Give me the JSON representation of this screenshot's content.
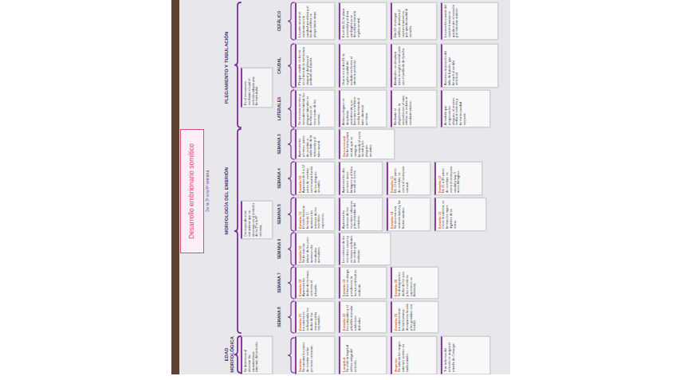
{
  "diagram": {
    "title": "Desarrollo embrionario somítico",
    "nodes": [
      {
        "text": [
          "Es el mecanismo mediante el cual el embrión adopta una forma tubular."
        ]
      },
      {
        "text": [
          "La parte neural se continúa con la cavidad amniótica y el borde cefálico se pliega hacia abajo."
        ]
      },
      {
        "text": [
          "En el día 21 la placa precordal y el área cardiogénica se desplazan hacia la región ventral."
        ]
      },
      {
        "text": [
          "Día 22: el pliegue cefálico desplaza el septum transverso, que queda caudal al corazón."
        ]
      },
      {
        "text": [
          "La posición craneal del septum transverso queda entre el corazón y el intestino anterior."
        ]
      },
      {
        "text": [
          "Pliegue caudal: se forma en el área de la membrana cloacal y desplaza el pedículo de fijación."
        ]
      },
      {
        "text": [
          "Ocurre en el día 23; la región caudal del endodermo forma el intestino posterior."
        ]
      },
      {
        "text": [
          "Alantoides: se desplaza hacia la región ventral junto con el pedículo de fijación."
        ]
      },
      {
        "text": [
          "Así como la posición del tallo de fijación, que formará el cordón umbilical."
        ]
      },
      {
        "text": [
          "Se mezclan somitos y mesodermo lateral; los pliegues laterales se forman por el crecimiento de los somitas."
        ]
      },
      {
        "text": [
          "Ambos pliegues se desplazan ventralmente y se fusionan en la línea media, formando el tubo intestinal primitivo."
        ]
      },
      {
        "text": [
          "Mediante el plegamiento, la conexión con el saco vitelino se reduce al conducto vitelino."
        ]
      },
      {
        "text": [
          "A medida que progresan los pliegues, el amnios rodea al embrión y forma la cavidad corporal."
        ]
      },
      {
        "text": [
          "Aparecen los primeros pares de somitas a cada lado de la notocorda y el tubo neural."
        ]
      },
      {
        "text": [
          "Surco neural",
          "Se forma la placa neural, que se invagina formando el surco neural y los pliegues neurales."
        ]
      },
      {
        "text": [
          "Estadio 10",
          "Aparecen de 4 a 12 pares de somitas; comienza la fusión de los pliegues neurales."
        ]
      },
      {
        "text": [
          "Aparecen los dos primeros arcos faríngeos y el tubo neural se cierra."
        ]
      },
      {
        "text": [
          "Estadio 11",
          "De 13 a 20 pares de somitas; se cierra el neuroporo craneal."
        ]
      },
      {
        "text": [
          "Estadio 12",
          "De 21 a 29 pares de somitas; se cierra el neuroporo caudal y hay 3 arcos faríngeos."
        ]
      },
      {
        "text": [
          "Corresponde a las estructuras que se observan en el embrión de la 3ª a la 8ª semana."
        ]
      },
      {
        "text": [
          "Estadio 13",
          "El embrión tiene forma de C; aparecen los esbozos de los miembros superiores."
        ]
      },
      {
        "text": [
          "Aparecen los esbozos de los miembros inferiores y las placodas del cristalino."
        ]
      },
      {
        "text": [
          "Estadio 14",
          "Se observa una vesícula óptica y las fositas nasales."
        ]
      },
      {
        "text": [
          "Estadio 15",
          "Crece la cabeza; se forman los rayos digitales de la mano."
        ]
      },
      {
        "text": [
          "Estadio 16",
          "Se forman las placas de los pies; aparecen los montículos auriculares."
        ]
      },
      {
        "text": [
          "Los esbozos de los miembros crecen y se hacen evidentes los codos y las muñecas."
        ]
      },
      {
        "text": [
          "Estadio 18",
          "Aparecen los dedos de la mano; se forma el párpado."
        ]
      },
      {
        "text": [
          "Estadio 19",
          "El tronco se alarga y endereza; la hernia umbilical es evidente."
        ]
      },
      {
        "text": [
          "Estadio 20",
          "Se distinguen los dedos de los pies y los miembros superiores se flexionan."
        ]
      },
      {
        "text": [
          "Estadio 21",
          "La cabeza es redondeada; los dedos de las manos están separados."
        ]
      },
      {
        "text": [
          "Estadio 22",
          "Los párpados y el pabellón auricular están bien definidos."
        ]
      },
      {
        "text": [
          "Estadio 23",
          "La cabeza tiene forma humana; desaparece la cola y los genitales son visibles."
        ]
      },
      {
        "text": [
          "Se determina al observar las características externas del embrión."
        ]
      },
      {
        "text": [
          "Somitas",
          "Se cuentan los pares de somitas en las primeras semanas."
        ]
      },
      {
        "text": [
          "Longitud",
          "Se mide la longitud vértice-nalga del embrión."
        ]
      },
      {
        "text": [
          "Aspecto",
          "Se valoran los rasgos externos visibles en cada estadio."
        ]
      },
      {
        "text": [
          "Tras la forma del embrión se asigna el estadio de Carnegie."
        ]
      }
    ],
    "labels": [
      "De la 3ª a la 8ª semana",
      "PLEGAMIENTO Y TUBULACIÓN",
      "CEFÁLICO",
      "CAUDAL",
      "LATERALES",
      "MORFOLOGÍA DEL EMBRIÓN",
      "SEMANA 3",
      "SEMANA 4",
      "SEMANA 5",
      "SEMANA 6",
      "SEMANA 7",
      "SEMANA 8",
      "EDAD MORFOLÓGICA"
    ]
  }
}
